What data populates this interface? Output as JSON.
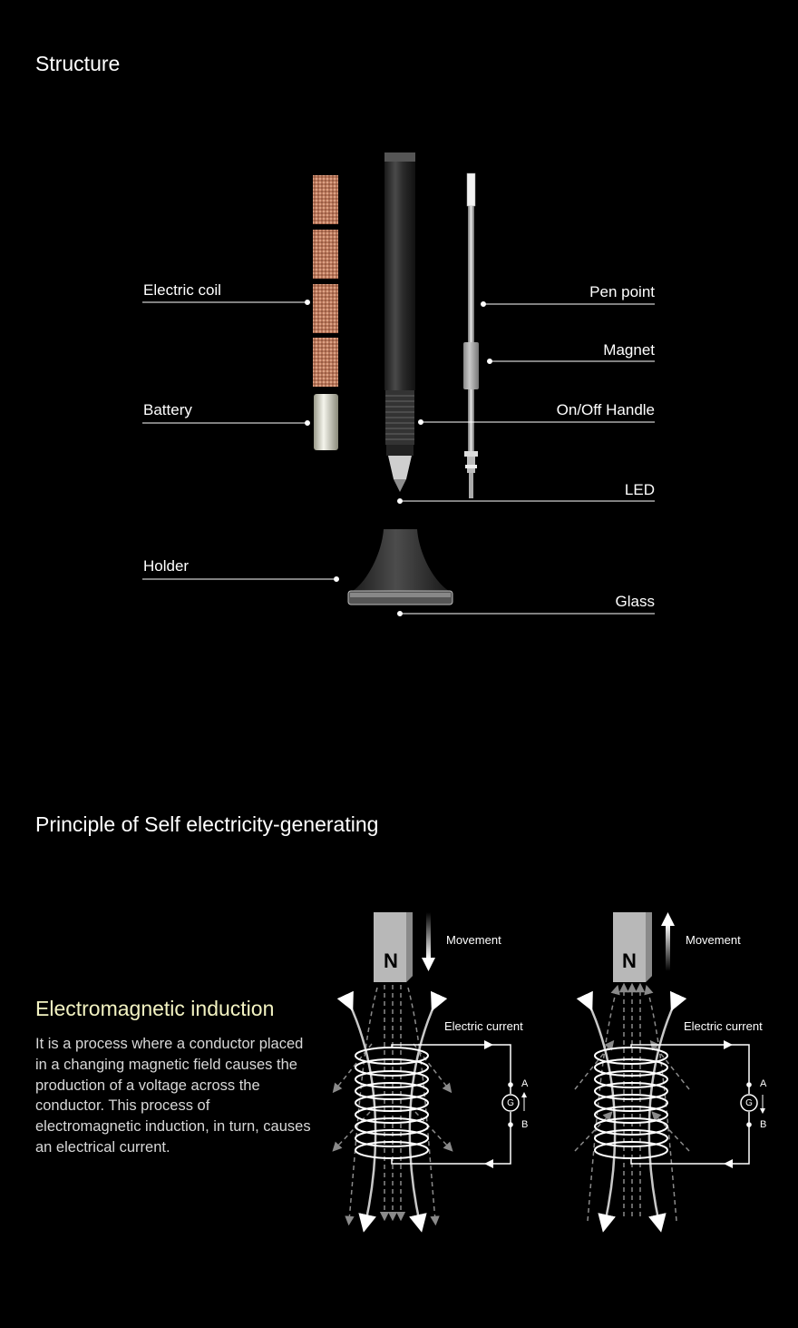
{
  "structure": {
    "title": "Structure",
    "labels": {
      "electric_coil": "Electric coil",
      "battery": "Battery",
      "holder": "Holder",
      "pen_point": "Pen point",
      "magnet": "Magnet",
      "onoff_handle": "On/Off Handle",
      "led": "LED",
      "glass": "Glass"
    }
  },
  "principle": {
    "title": "Principle of Self electricity-generating",
    "induction_title": "Electromagnetic induction",
    "induction_description": "It is a process where a conductor placed in a changing magnetic field causes the production of a voltage across the conductor. This process of electromagnetic induction, in turn, causes an electrical current.",
    "diagrams": [
      {
        "pole": "N",
        "movement_label": "Movement",
        "movement_direction": "down",
        "current_label": "Electric current",
        "meter": "G",
        "terminal_a": "A",
        "terminal_b": "B",
        "meter_arrow": "up"
      },
      {
        "pole": "N",
        "movement_label": "Movement",
        "movement_direction": "up",
        "current_label": "Electric current",
        "meter": "G",
        "terminal_a": "A",
        "terminal_b": "B",
        "meter_arrow": "down"
      }
    ]
  },
  "colors": {
    "background": "#000000",
    "accent_title": "#f3f3c2",
    "copper": "#c8876a",
    "pen_body": "#2a2a2a"
  }
}
